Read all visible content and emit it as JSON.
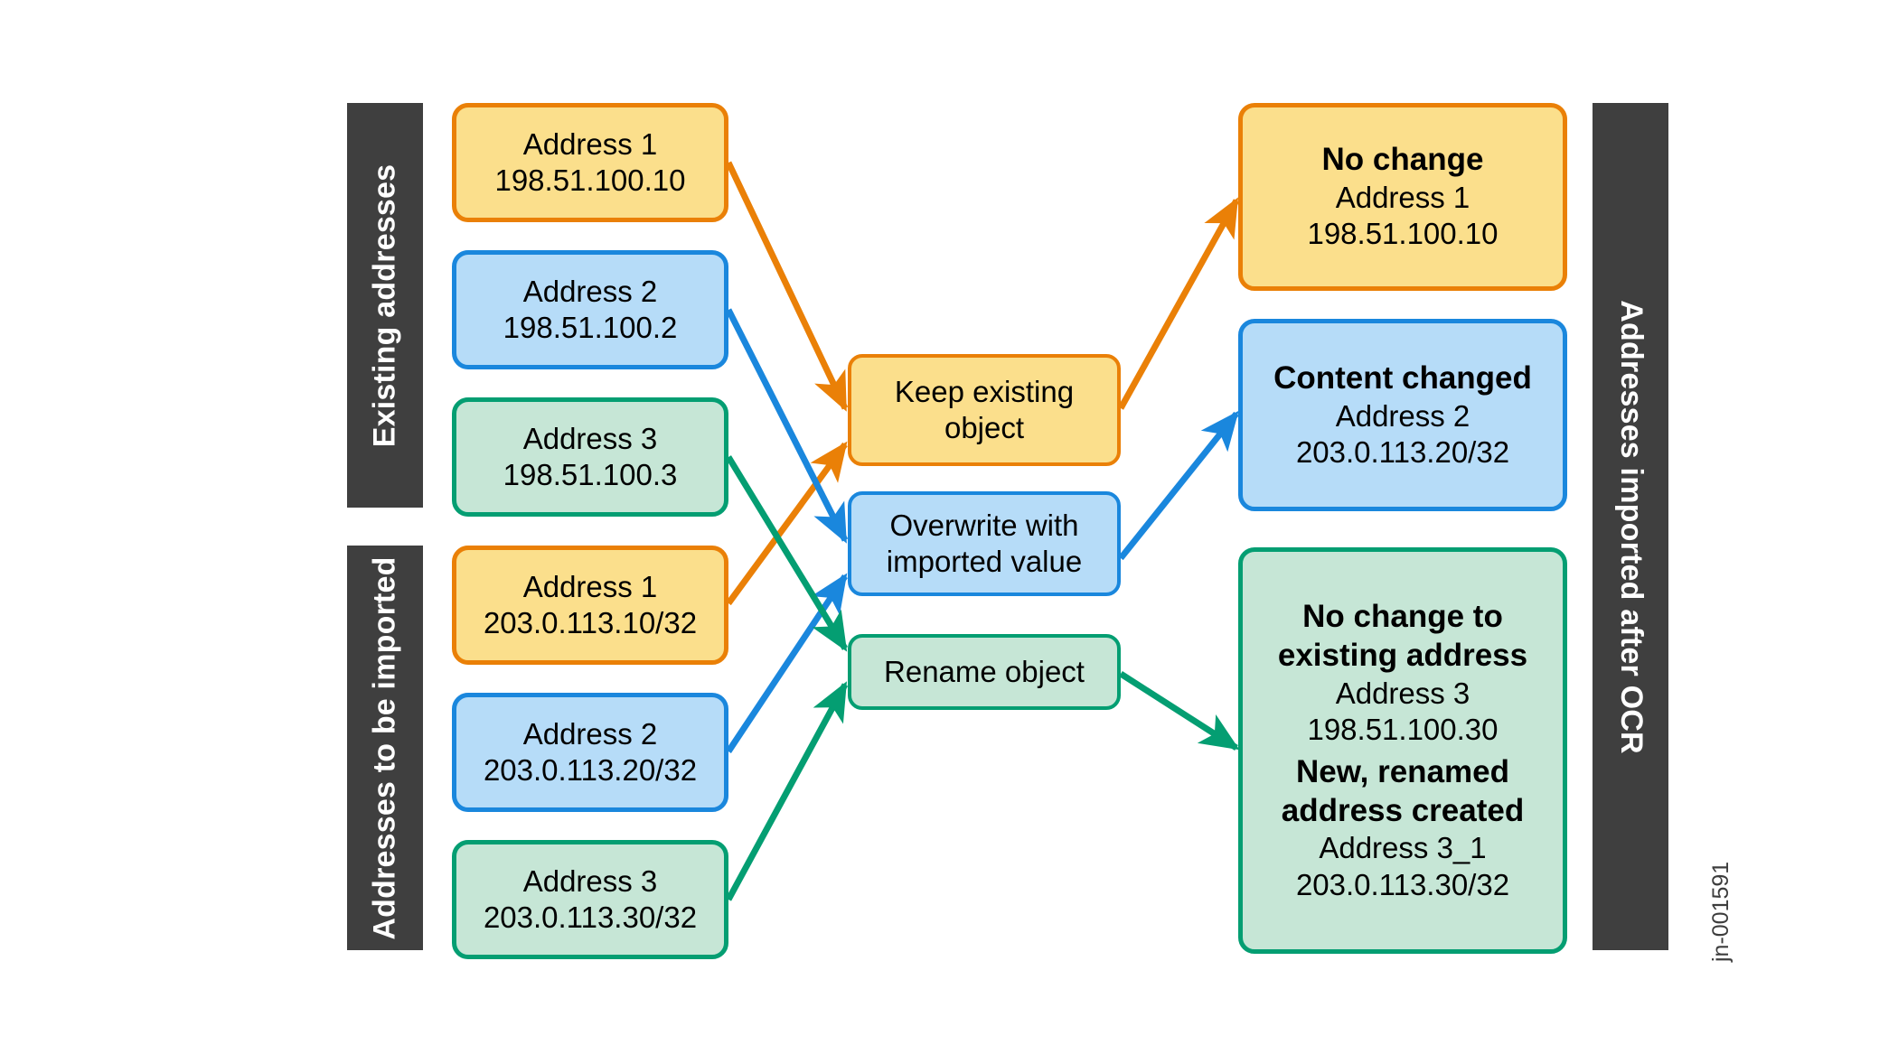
{
  "diagram": {
    "id_watermark": "jn-001591",
    "colors": {
      "orange_fill": "#fbdf8c",
      "orange_stroke": "#ea8007",
      "blue_fill": "#b6dcf8",
      "blue_stroke": "#1a87dd",
      "green_fill": "#c6e6d6",
      "green_stroke": "#049e72",
      "band_bg": "#3f3f3f",
      "band_text": "#ffffff"
    },
    "bands": {
      "existing": "Existing addresses",
      "to_import": "Addresses to be imported",
      "result": "Addresses imported after OCR"
    },
    "existing_addresses": [
      {
        "name": "Address 1",
        "value": "198.51.100.10",
        "color": "orange"
      },
      {
        "name": "Address 2",
        "value": "198.51.100.2",
        "color": "blue"
      },
      {
        "name": "Address 3",
        "value": "198.51.100.3",
        "color": "green"
      }
    ],
    "imported_addresses": [
      {
        "name": "Address 1",
        "value": "203.0.113.10/32",
        "color": "orange"
      },
      {
        "name": "Address 2",
        "value": "203.0.113.20/32",
        "color": "blue"
      },
      {
        "name": "Address 3",
        "value": "203.0.113.30/32",
        "color": "green"
      }
    ],
    "actions": [
      {
        "line1": "Keep existing",
        "line2": "object",
        "color": "orange"
      },
      {
        "line1": "Overwrite with",
        "line2": "imported value",
        "color": "blue"
      },
      {
        "line1": "Rename object",
        "line2": "",
        "color": "green"
      }
    ],
    "results": [
      {
        "color": "orange",
        "title": "No change",
        "lines": [
          "Address 1",
          "198.51.100.10"
        ],
        "title2": "",
        "lines2": []
      },
      {
        "color": "blue",
        "title": "Content changed",
        "lines": [
          "Address 2",
          "203.0.113.20/32"
        ],
        "title2": "",
        "lines2": []
      },
      {
        "color": "green",
        "title": "No change to existing address",
        "lines": [
          "Address 3",
          "198.51.100.30"
        ],
        "title2": "New, renamed address created",
        "lines2": [
          "Address 3_1",
          "203.0.113.30/32"
        ]
      }
    ]
  }
}
